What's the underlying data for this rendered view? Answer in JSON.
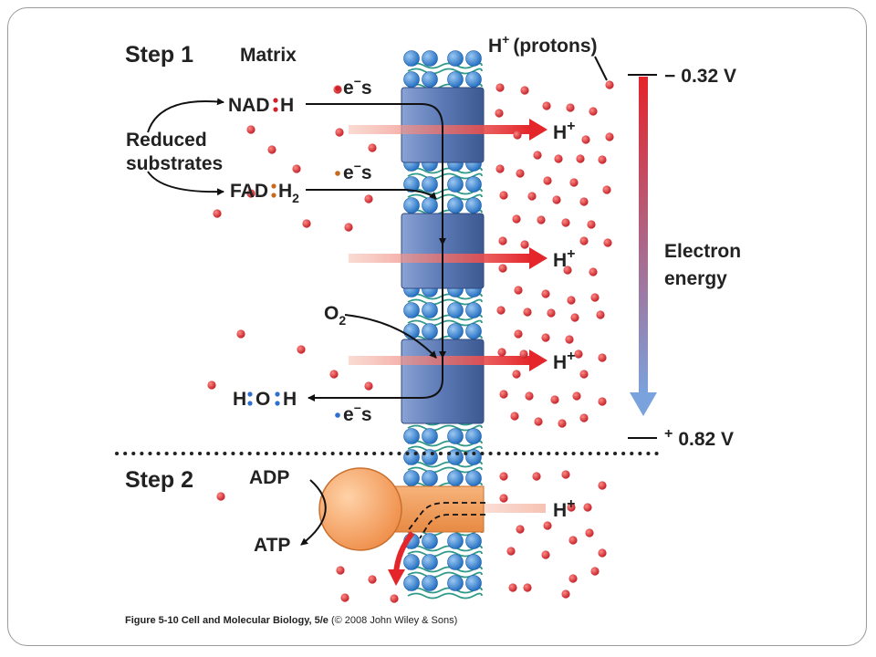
{
  "steps": {
    "step1": "Step 1",
    "step2": "Step 2"
  },
  "labels": {
    "matrix": "Matrix",
    "protons_prefix": "H",
    "protons_sup": "+",
    "protons_text": "(protons)",
    "reduced_line1": "Reduced",
    "reduced_line2": "substrates",
    "nadh": {
      "a": "NAD",
      "b": "H"
    },
    "fadh2": {
      "a": "FAD",
      "b": "H",
      "sub": "2"
    },
    "electrons": {
      "e": "e",
      "sup": "−",
      "s": "s"
    },
    "o2": {
      "a": "O",
      "sub": "2"
    },
    "water": {
      "a": "H",
      "b": "O",
      "c": "H"
    },
    "hplus": {
      "h": "H",
      "sup": "+"
    },
    "adp": "ADP",
    "atp": "ATP",
    "voltage_top": {
      "sign": "−",
      "value": "0.32 V"
    },
    "voltage_bottom": {
      "sign": "+",
      "value": "0.82 V"
    },
    "electron_energy_line1": "Electron",
    "electron_energy_line2": "energy"
  },
  "caption": {
    "bold": "Figure 5-10  Cell and Molecular Biology, 5/e",
    "rest": " (© 2008 John Wiley & Sons)"
  },
  "colors": {
    "proton": "#d0202a",
    "complex": "#5b79b5",
    "complex_dark": "#3d5991",
    "lipid_head": "#2f7fd1",
    "lipid_tail": "#2f9a8a",
    "atp_synthase": "#f4a060",
    "atp_synthase_dark": "#d27a38",
    "arrow_red": "#e4252a",
    "energy_top": "#e4252a",
    "energy_bottom": "#7aa3dd",
    "electron_dot_red": "#d0202a",
    "electron_dot_orange": "#c86a1e",
    "electron_dot_blue": "#2f6fcf"
  }
}
